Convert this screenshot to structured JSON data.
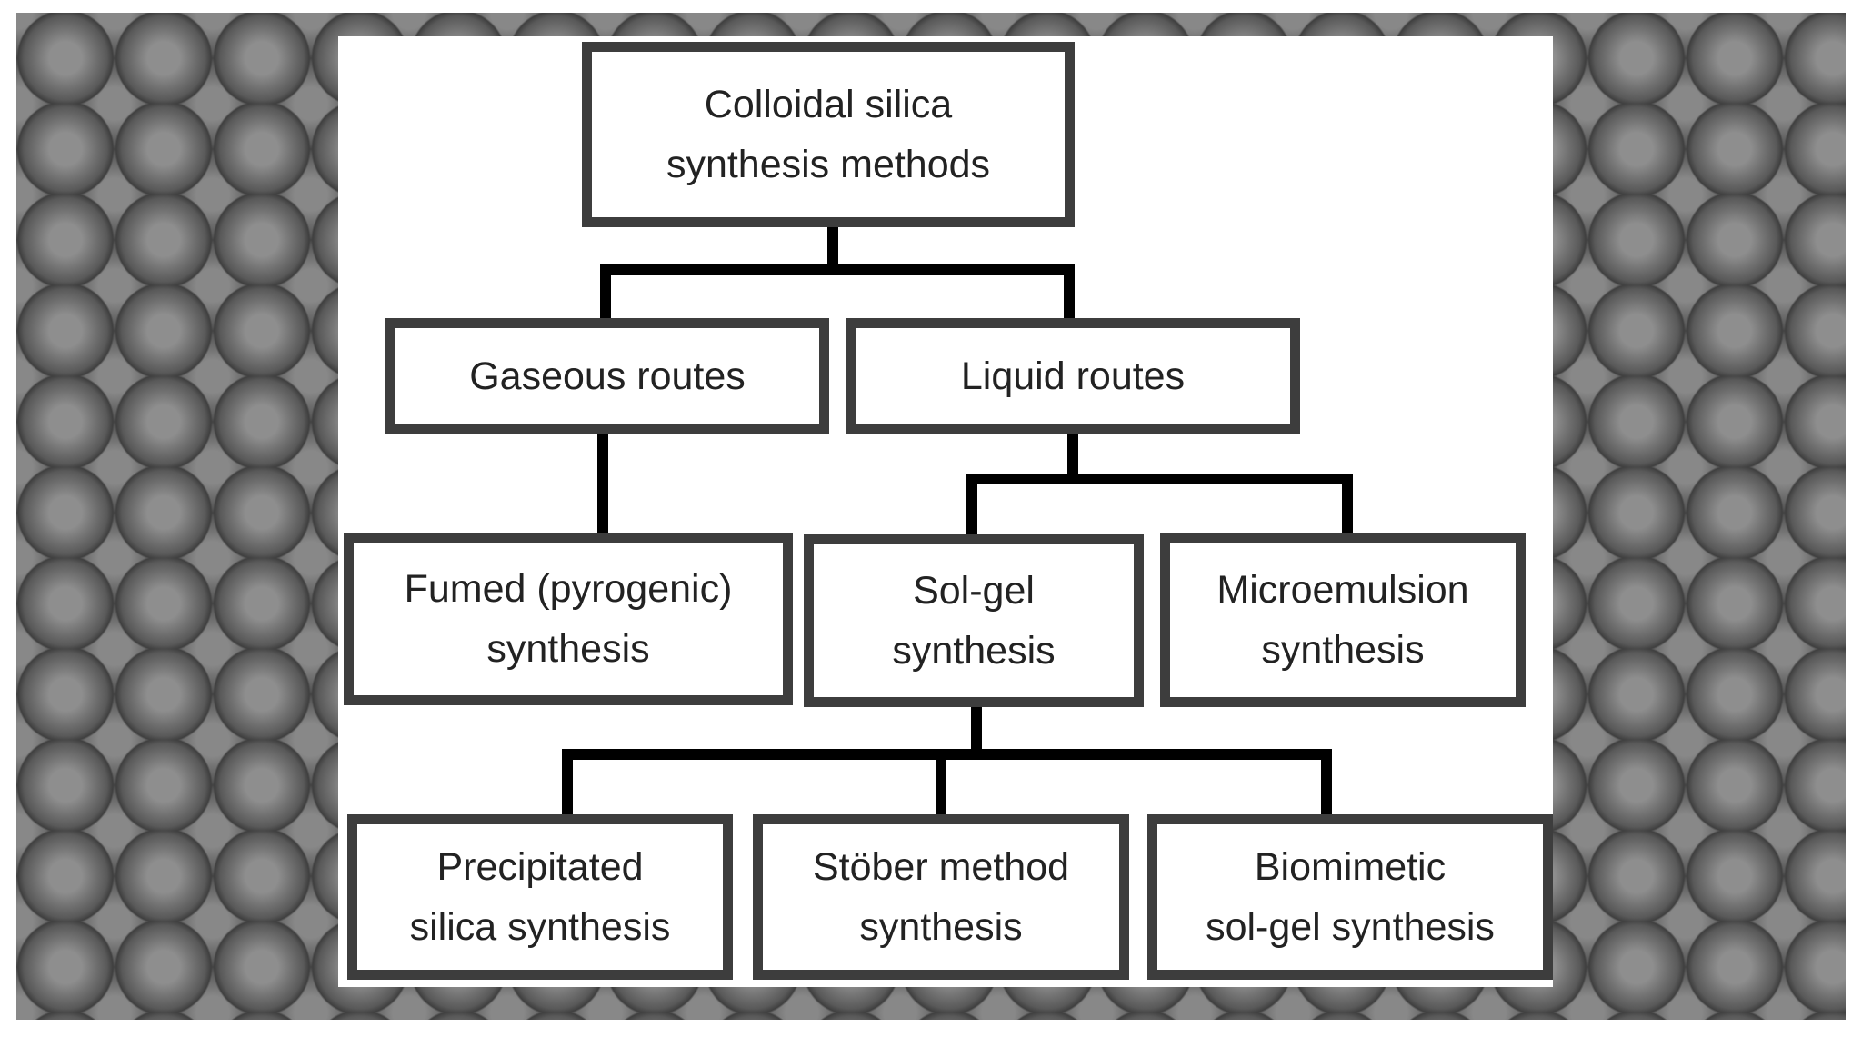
{
  "diagram": {
    "root": "Colloidal silica\nsynthesis methods",
    "gaseous": "Gaseous routes",
    "liquid": "Liquid routes",
    "fumed": "Fumed (pyrogenic)\nsynthesis",
    "solgel": "Sol-gel\nsynthesis",
    "microemulsion": "Microemulsion\nsynthesis",
    "precipitated": "Precipitated\nsilica synthesis",
    "stober": "Stöber method\nsynthesis",
    "biomimetic": "Biomimetic\nsol-gel synthesis"
  },
  "colors": {
    "box_border": "#3d3d3d",
    "connector": "#000000",
    "text": "#222222"
  }
}
